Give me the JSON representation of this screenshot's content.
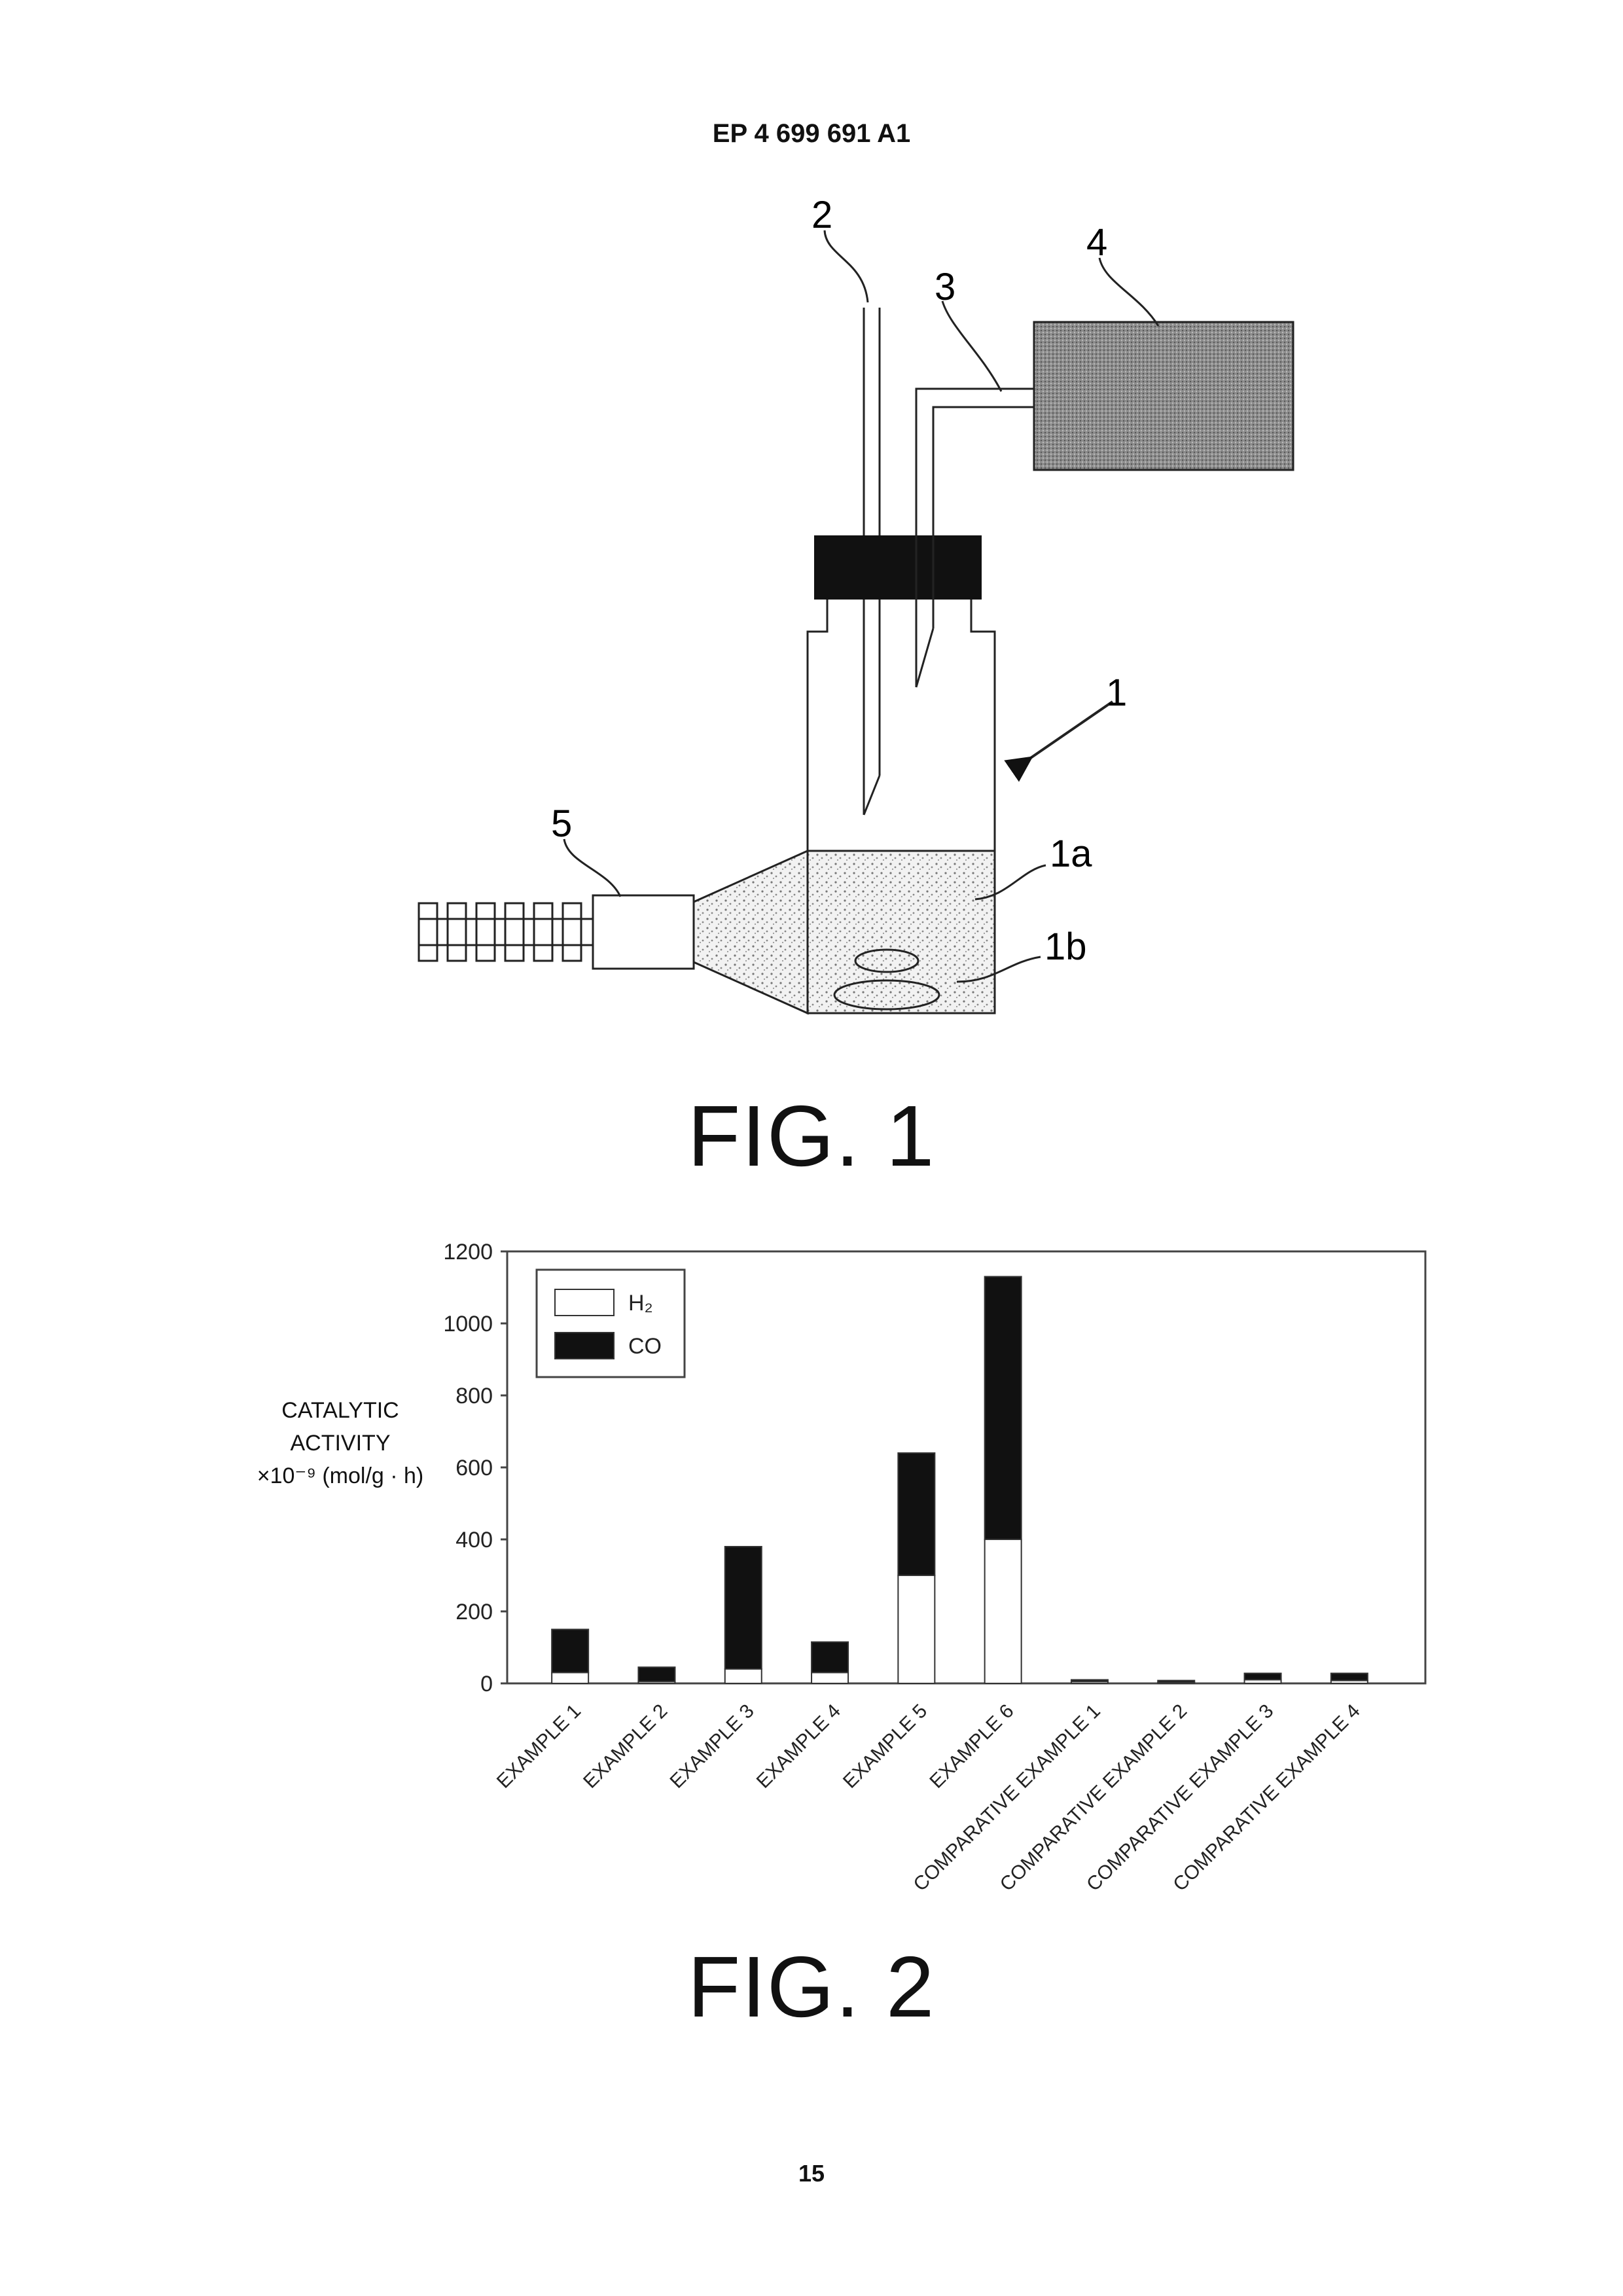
{
  "header": {
    "patent_number": "EP 4 699 691 A1"
  },
  "figure1": {
    "caption": "FIG. 1",
    "labels": {
      "l1": "1",
      "l1a": "1a",
      "l1b": "1b",
      "l2": "2",
      "l3": "3",
      "l4": "4",
      "l5": "5"
    }
  },
  "figure2": {
    "caption": "FIG. 2"
  },
  "chart_data": {
    "type": "bar",
    "stacked": true,
    "ylabel_lines": [
      "CATALYTIC",
      "ACTIVITY",
      "×10⁻⁹ (mol/g · h)"
    ],
    "ylim": [
      0,
      1200
    ],
    "yticks": [
      0,
      200,
      400,
      600,
      800,
      1000,
      1200
    ],
    "categories": [
      "EXAMPLE 1",
      "EXAMPLE 2",
      "EXAMPLE 3",
      "EXAMPLE 4",
      "EXAMPLE 5",
      "EXAMPLE 6",
      "COMPARATIVE EXAMPLE 1",
      "COMPARATIVE EXAMPLE 2",
      "COMPARATIVE EXAMPLE 3",
      "COMPARATIVE EXAMPLE 4"
    ],
    "series": [
      {
        "name": "H₂",
        "color": "#ffffff",
        "values": [
          30,
          5,
          40,
          30,
          300,
          400,
          5,
          3,
          10,
          8
        ]
      },
      {
        "name": "CO",
        "color": "#111111",
        "values": [
          120,
          40,
          340,
          85,
          340,
          730,
          5,
          5,
          18,
          20
        ]
      }
    ],
    "legend": {
      "placement": "top-left",
      "entries": [
        "H₂",
        "CO"
      ]
    },
    "grid": false
  },
  "page_number": "15"
}
